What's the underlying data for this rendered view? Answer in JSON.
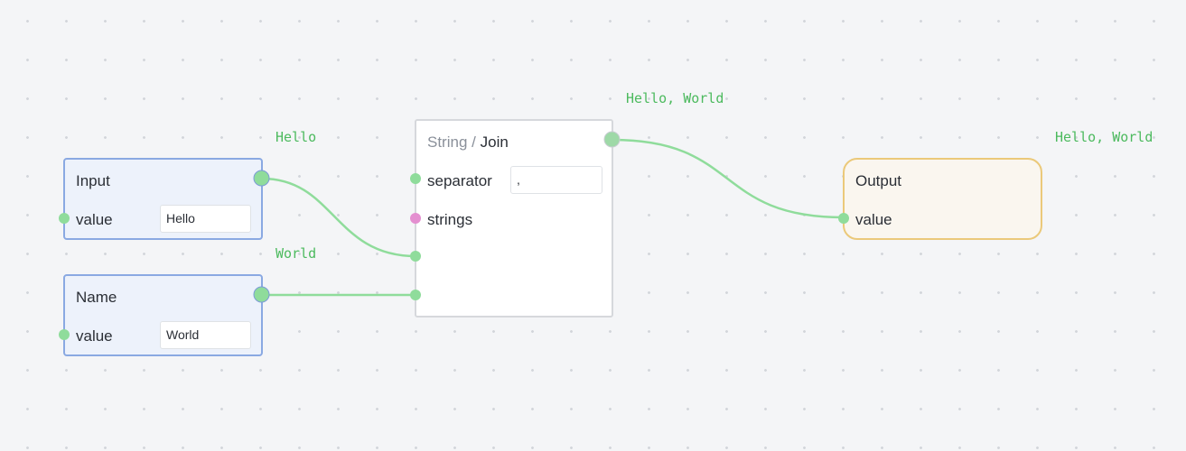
{
  "nodes": {
    "input": {
      "title": "Input",
      "row_label": "value",
      "field_value": "Hello"
    },
    "name": {
      "title": "Name",
      "row_label": "value",
      "field_value": "World"
    },
    "join": {
      "category": "String",
      "separator_char": "/",
      "title": "Join",
      "separator_label": "separator",
      "separator_value": ",",
      "strings_label": "strings"
    },
    "output": {
      "title": "Output",
      "row_label": "value"
    }
  },
  "wire_labels": {
    "input_to_join": "Hello",
    "name_to_join": "World",
    "join_to_output": "Hello, World",
    "output_value": "Hello, World"
  },
  "colors": {
    "wire": "#8fdc9b",
    "io_border": "#8aa9e2",
    "output_border": "#ebc97a",
    "strings_port": "#e48fd0",
    "label_text": "#4cba5e"
  }
}
